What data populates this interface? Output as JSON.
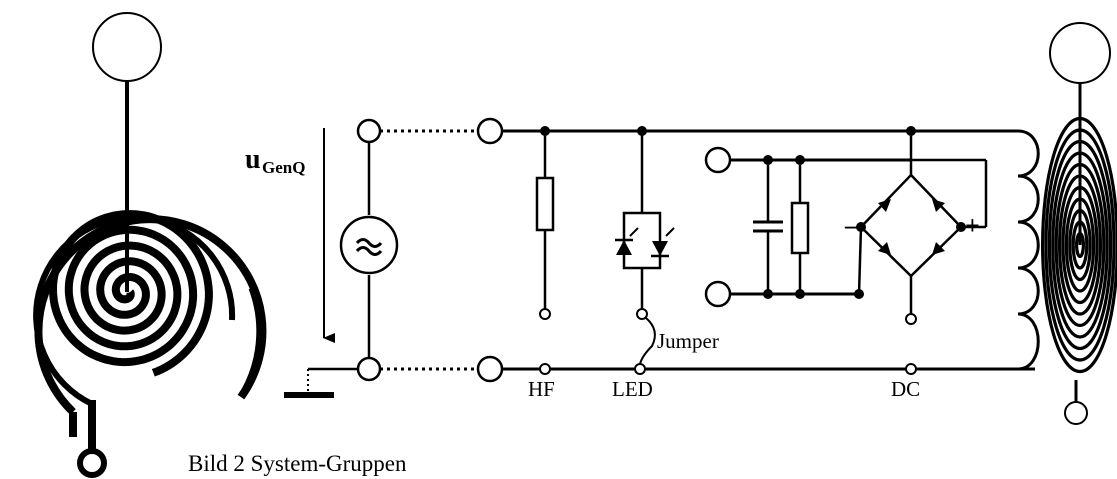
{
  "labels": {
    "voltage_symbol": "u",
    "voltage_subscript": "GenQ",
    "hf": "HF",
    "led": "LED",
    "dc": "DC",
    "jumper": "Jumper",
    "minus": "–",
    "plus": "+",
    "caption": "Bild 2  System-Gruppen"
  },
  "icons": {
    "source": "ac-voltage-source-icon",
    "ground": "ground-icon",
    "resistor": "resistor-icon",
    "led": "antiparallel-led-icon",
    "capacitor": "capacitor-icon",
    "bridge": "bridge-rectifier-icon",
    "coil": "coil-inductor-icon",
    "spiral": "spiral-coil-icon"
  },
  "colors": {
    "ink": "#000000",
    "paper": "#ffffff"
  }
}
